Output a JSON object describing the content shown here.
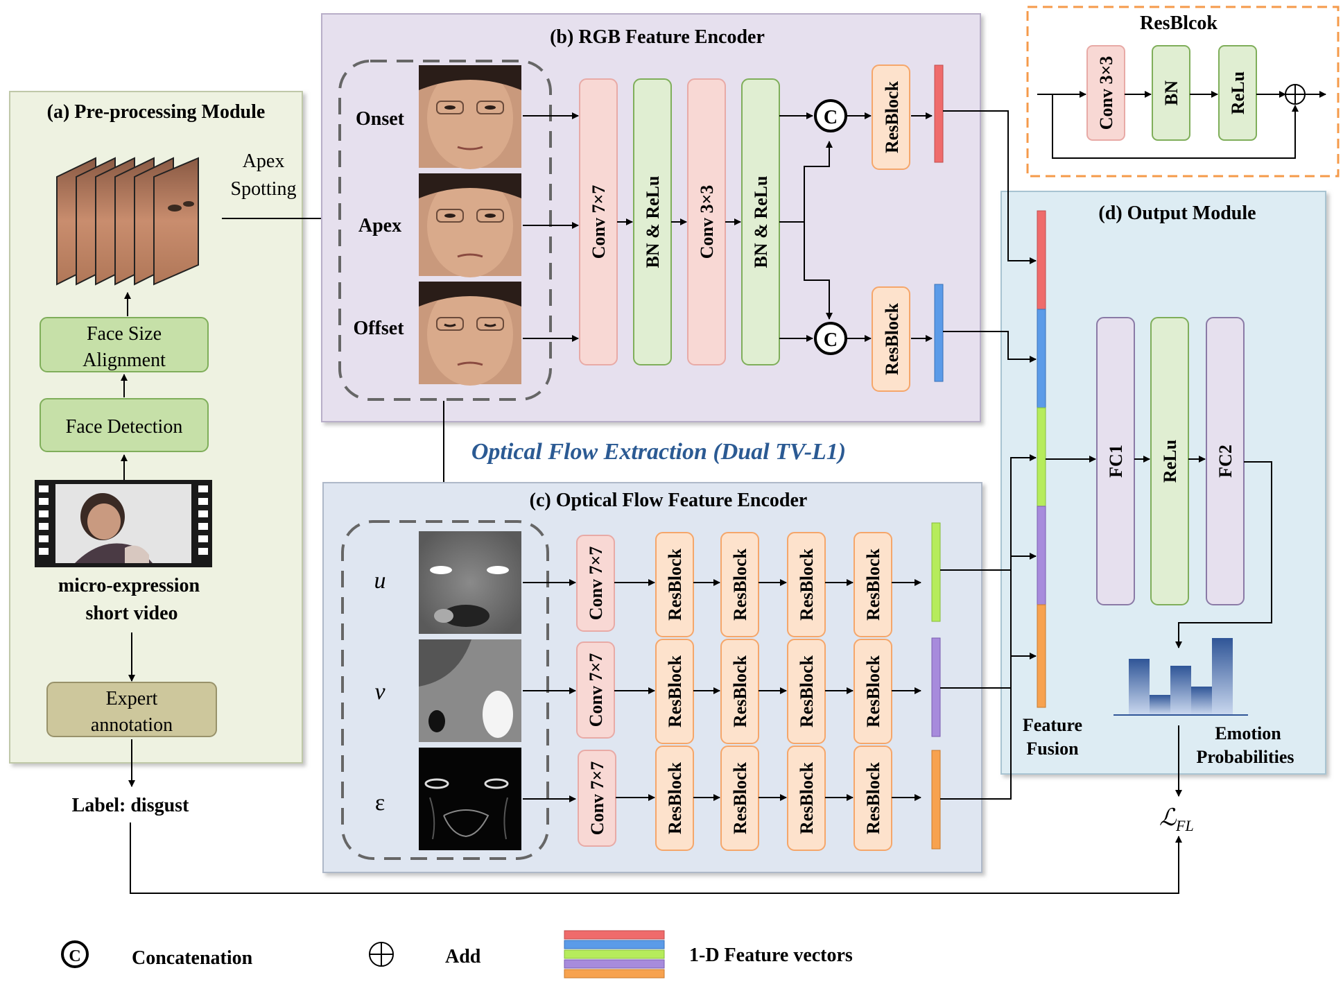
{
  "panels": {
    "a": {
      "title": "(a) Pre-processing Module"
    },
    "b": {
      "title": "(b) RGB Feature Encoder"
    },
    "c": {
      "title": "(c) Optical Flow Feature Encoder"
    },
    "d": {
      "title": "(d) Output Module"
    },
    "resblock": {
      "title": "ResBlcok"
    }
  },
  "preprocess": {
    "apex_spotting": [
      "Apex",
      "Spotting"
    ],
    "face_size_alignment": [
      "Face Size",
      "Alignment"
    ],
    "face_detection": "Face Detection",
    "video_caption": [
      "micro-expression",
      "short video"
    ],
    "expert_annotation": [
      "Expert",
      "annotation"
    ],
    "label": "Label: disgust"
  },
  "rgb": {
    "frames": [
      "Onset",
      "Apex",
      "Offset"
    ],
    "conv7": "Conv 7×7",
    "bnrelu": "BN & ReLu",
    "conv3": "Conv 3×3",
    "bnrelu2": "BN & ReLu",
    "concat_symbol": "C",
    "resblock": "ResBlock"
  },
  "flow": {
    "caption": "Optical Flow Extraction (Dual TV-L1)",
    "components": [
      "u",
      "v",
      "ε"
    ],
    "conv7": "Conv 7×7",
    "resblock": "ResBlock"
  },
  "resblock_detail": {
    "conv": "Conv 3×3",
    "bn": "BN",
    "relu": "ReLu"
  },
  "output": {
    "feature_fusion": [
      "Feature",
      "Fusion"
    ],
    "fc1": "FC1",
    "relu": "ReLu",
    "fc2": "FC2",
    "emotion_probs": [
      "Emotion",
      "Probabilities"
    ],
    "loss": "ℒ",
    "loss_sub": "FL"
  },
  "legend": {
    "concat": "Concatenation",
    "add": "Add",
    "vectors": "1-D Feature vectors"
  },
  "colors": {
    "red_vec": "#ef6b6b",
    "blue_vec": "#5b9be8",
    "green_vec": "#b6ec5c",
    "purple_vec": "#a78bdc",
    "orange_vec": "#f7a24f",
    "panel_a_bg": "#eef2e1",
    "panel_b_bg": "#e6e0ee",
    "panel_c_bg": "#dfe6f1",
    "panel_d_bg": "#ddecf3",
    "caption_blue": "#2b5a93"
  }
}
